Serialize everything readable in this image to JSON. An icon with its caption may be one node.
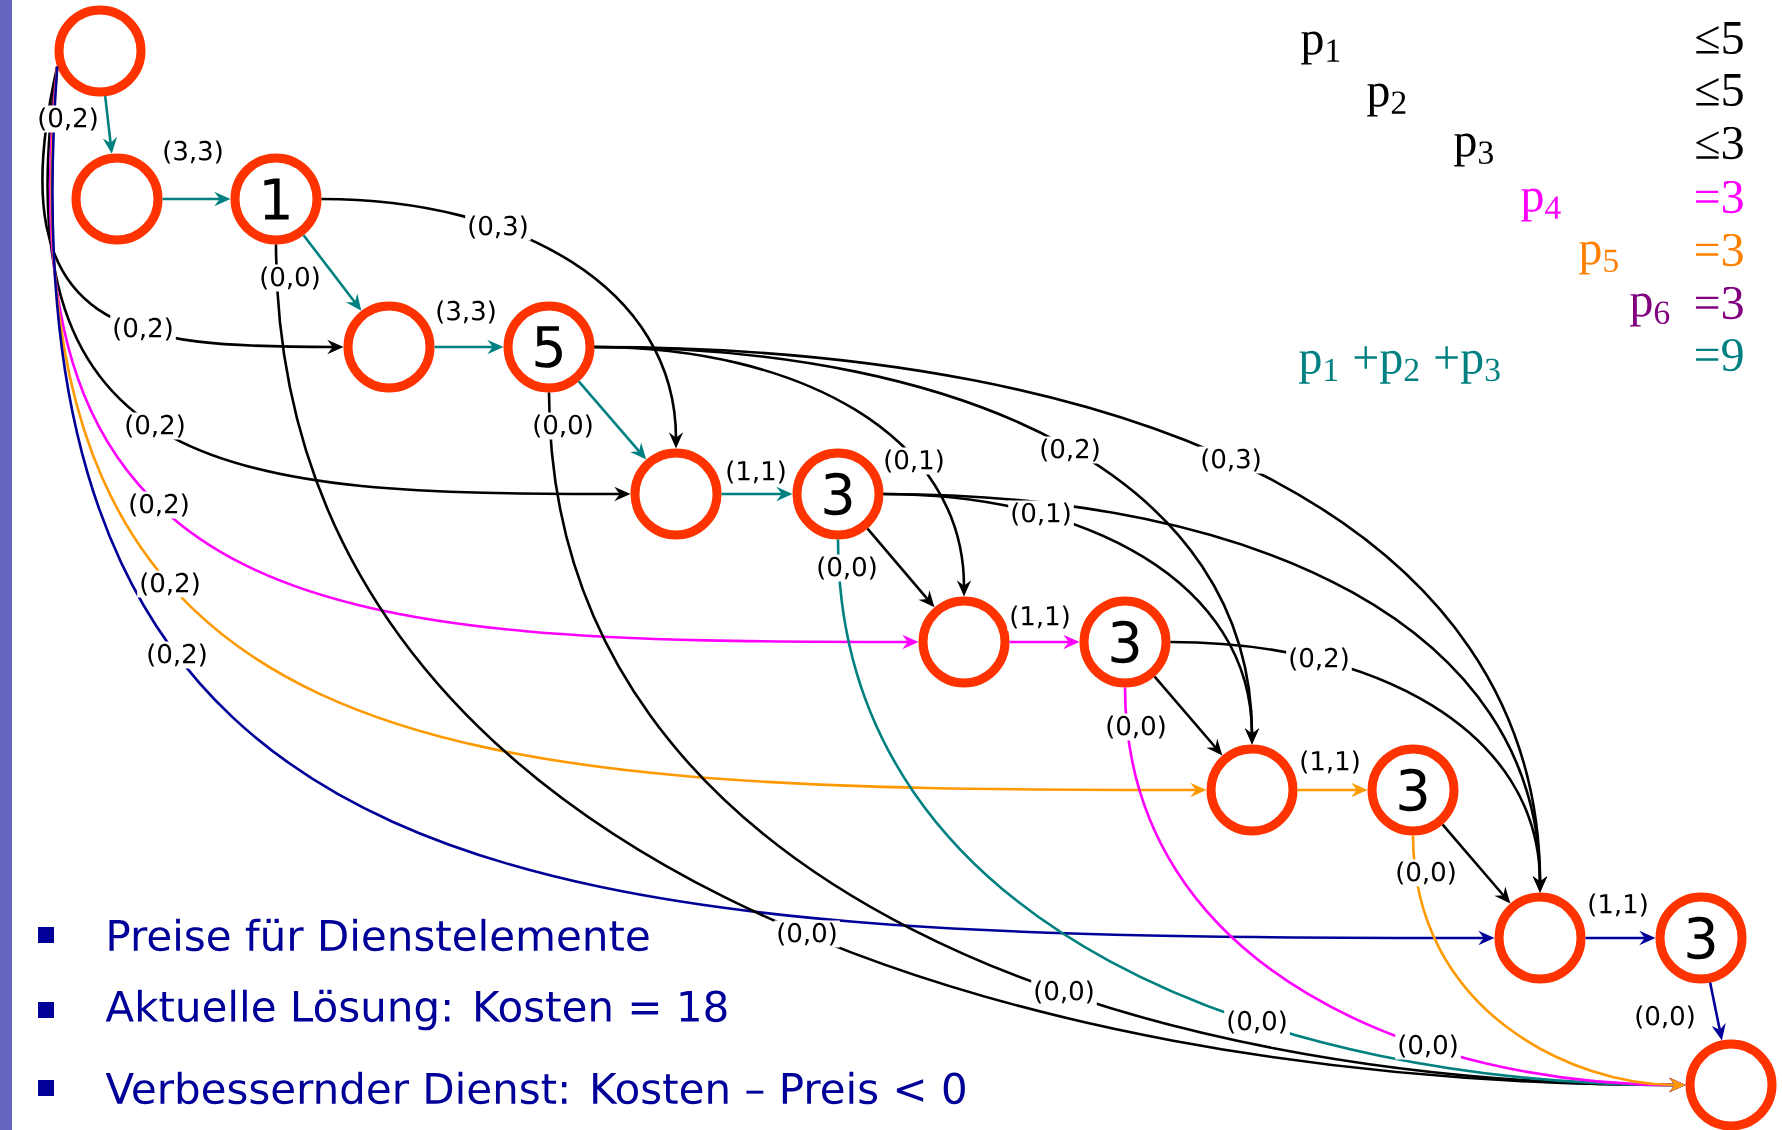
{
  "diagram": {
    "nodes": [
      {
        "text": [],
        "shape": "circle"
      },
      {
        "text": [],
        "shape": "circle"
      },
      {
        "text": [
          "1"
        ]
      },
      {
        "text": [],
        "shape": "circle"
      },
      {
        "text": [
          "5"
        ]
      },
      {
        "text": [],
        "shape": "circle"
      },
      {
        "text": [
          "3"
        ]
      },
      {
        "text": [],
        "shape": "circle"
      },
      {
        "text": [
          "3"
        ]
      },
      {
        "text": [],
        "shape": "circle"
      },
      {
        "text": [
          "3"
        ]
      },
      {
        "text": [],
        "shape": "circle"
      },
      {
        "text": [
          "3"
        ]
      },
      {
        "text": [],
        "shape": "circle"
      }
    ],
    "edges": [
      {
        "from": 0,
        "to": 1,
        "arrow": "to",
        "label": "(0,2)",
        "color": "#008080"
      },
      {
        "from": 1,
        "to": 2,
        "arrow": "to",
        "label": "(3,3)",
        "color": "#008080"
      },
      {
        "from": 2,
        "to": 3,
        "arrow": "to",
        "label": "(0,0)",
        "color": "#008080"
      },
      {
        "from": 3,
        "to": 4,
        "arrow": "to",
        "label": "(3,3)",
        "color": "#008080"
      },
      {
        "from": 4,
        "to": 5,
        "arrow": "to",
        "label": "(0,0)",
        "color": "#008080"
      },
      {
        "from": 5,
        "to": 6,
        "arrow": "to",
        "label": "(1,1)",
        "color": "#008080"
      },
      {
        "from": 6,
        "to": 7,
        "arrow": "to",
        "label": "(0,0)"
      },
      {
        "from": 7,
        "to": 8,
        "arrow": "to",
        "label": "(1,1)",
        "color": "#ff00ff"
      },
      {
        "from": 8,
        "to": 9,
        "arrow": "to",
        "label": "(0,0)"
      },
      {
        "from": 9,
        "to": 10,
        "arrow": "to",
        "label": "(1,1)",
        "color": "#ff9900"
      },
      {
        "from": 10,
        "to": 11,
        "arrow": "to",
        "label": "(0,0)"
      },
      {
        "from": 11,
        "to": 12,
        "arrow": "to",
        "label": "(1,1)",
        "color": "#000099"
      },
      {
        "from": 12,
        "to": 13,
        "arrow": "to",
        "label": "(0,0)",
        "color": "#000099"
      },
      {
        "from": 0,
        "to": 3,
        "arrow": "to",
        "label": "(0,2)"
      },
      {
        "from": 0,
        "to": 5,
        "arrow": "to",
        "label": "(0,2)"
      },
      {
        "from": 0,
        "to": 7,
        "arrow": "to",
        "label": "(0,2)",
        "color": "#ff00ff"
      },
      {
        "from": 0,
        "to": 9,
        "arrow": "to",
        "label": "(0,2)",
        "color": "#ff9900"
      },
      {
        "from": 0,
        "to": 11,
        "arrow": "to",
        "label": "(0,2)",
        "color": "#000099"
      },
      {
        "from": 2,
        "to": 5,
        "arrow": "to",
        "label": "(0,3)"
      },
      {
        "from": 4,
        "to": 7,
        "arrow": "to",
        "label": "(0,1)"
      },
      {
        "from": 4,
        "to": 9,
        "arrow": "to",
        "label": "(0,2)"
      },
      {
        "from": 4,
        "to": 11,
        "arrow": "to",
        "label": "(0,3)"
      },
      {
        "from": 6,
        "to": 9,
        "arrow": "to",
        "label": "(0,1)"
      },
      {
        "from": 6,
        "to": 11,
        "arrow": "to"
      },
      {
        "from": 8,
        "to": 11,
        "arrow": "to",
        "label": "(0,2)"
      },
      {
        "from": 2,
        "to": 13,
        "arrow": "to",
        "label": "(0,0)"
      },
      {
        "from": 4,
        "to": 13,
        "arrow": "to",
        "label": "(0,0)"
      },
      {
        "from": 6,
        "to": 13,
        "arrow": "to",
        "label": "(0,0)",
        "color": "#008080"
      },
      {
        "from": 8,
        "to": 13,
        "arrow": "to",
        "label": "(0,0)",
        "color": "#ff00ff"
      },
      {
        "from": 10,
        "to": 13,
        "arrow": "to",
        "color": "#ff9900"
      }
    ],
    "labels": [
      "p$_{1}$",
      "≤5",
      "p$_{2}$",
      "≤5",
      "p$_{3}$",
      "≤3",
      "p$_{4}$",
      "=3",
      "p$_{5}$",
      "=3",
      "p$_{6}$",
      "=3",
      "p$_{1}$ +p$_{2}$ +p$_{3}$",
      "=9",
      "Preise für Dienstelemente",
      "Aktuelle Lösung: Kosten = 18",
      "Verbessernder Dienst: Kosten – Preis < 0"
    ]
  }
}
